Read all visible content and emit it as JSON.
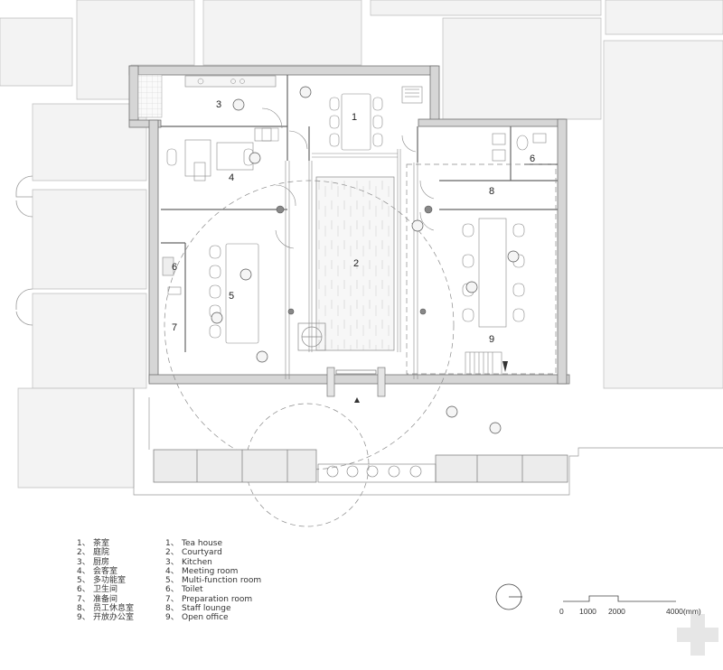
{
  "plan": {
    "room_numbers": [
      "1",
      "2",
      "3",
      "4",
      "5",
      "6",
      "7",
      "8",
      "9"
    ]
  },
  "legend": {
    "chinese": [
      {
        "num": "1、",
        "label": "茶室"
      },
      {
        "num": "2、",
        "label": "庭院"
      },
      {
        "num": "3、",
        "label": "厨房"
      },
      {
        "num": "4、",
        "label": "会客室"
      },
      {
        "num": "5、",
        "label": "多功能室"
      },
      {
        "num": "6、",
        "label": "卫生间"
      },
      {
        "num": "7、",
        "label": "准备间"
      },
      {
        "num": "8、",
        "label": "员工休息室"
      },
      {
        "num": "9、",
        "label": "开放办公室"
      }
    ],
    "english": [
      {
        "num": "1、",
        "label": "Tea house"
      },
      {
        "num": "2、",
        "label": "Courtyard"
      },
      {
        "num": "3、",
        "label": "Kitchen"
      },
      {
        "num": "4、",
        "label": "Meeting room"
      },
      {
        "num": "5、",
        "label": "Multi-function room"
      },
      {
        "num": "6、",
        "label": "Toilet"
      },
      {
        "num": "7、",
        "label": "Preparation room"
      },
      {
        "num": "8、",
        "label": "Staff lounge"
      },
      {
        "num": "9、",
        "label": "Open office"
      }
    ]
  },
  "scale_bar": {
    "labels": [
      "0",
      "1000",
      "2000",
      "4000(mm)"
    ]
  },
  "colors": {
    "wall_fill": "#d4d4d4",
    "line": "#777777",
    "neighbor_fill": "#f2f2f2"
  }
}
